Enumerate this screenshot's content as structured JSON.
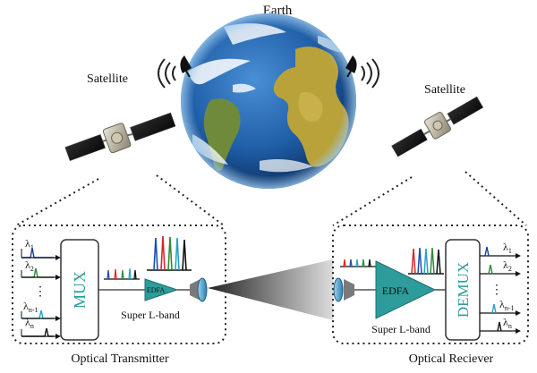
{
  "labels": {
    "earth": "Earth",
    "satellite_left": "Satellite",
    "satellite_right": "Satellite",
    "optical_transmitter": "Optical Transmitter",
    "optical_receiver": "Optical Reciever"
  },
  "transmitter": {
    "mux_label": "MUX",
    "edfa_label": "EDFA",
    "band_label": "Super L-band",
    "channels": [
      {
        "symbol": "λ",
        "sub": "1",
        "color": "#1a3f9c"
      },
      {
        "symbol": "λ",
        "sub": "2",
        "color": "#2e8b3a"
      },
      {
        "symbol": "λ",
        "sub": "n-1",
        "color": "#27a0c8"
      },
      {
        "symbol": "λ",
        "sub": "n",
        "color": "#111111"
      }
    ],
    "ellipsis": "⋮"
  },
  "receiver": {
    "demux_label": "DEMUX",
    "edfa_label": "EDFA",
    "band_label": "Super L-band",
    "channels": [
      {
        "symbol": "λ",
        "sub": "1",
        "color": "#1a3f9c"
      },
      {
        "symbol": "λ",
        "sub": "2",
        "color": "#2e8b3a"
      },
      {
        "symbol": "λ",
        "sub": "n-1",
        "color": "#27a0c8"
      },
      {
        "symbol": "λ",
        "sub": "n",
        "color": "#111111"
      }
    ],
    "ellipsis": "⋮"
  },
  "colors": {
    "edfa_fill": "#2d9c9a",
    "box_stroke": "#333333",
    "ocean": "#1f5fa8",
    "land": "#b9a23a",
    "spectrum_red": "#d42a2a",
    "spectrum_blue": "#1b4fb0",
    "spectrum_green": "#2e8b3a",
    "spectrum_cyan": "#27a0c8"
  },
  "icons": [
    "satellite-icon",
    "antenna-dish-icon",
    "signal-waves-icon",
    "lens-icon",
    "earth-globe-icon"
  ]
}
